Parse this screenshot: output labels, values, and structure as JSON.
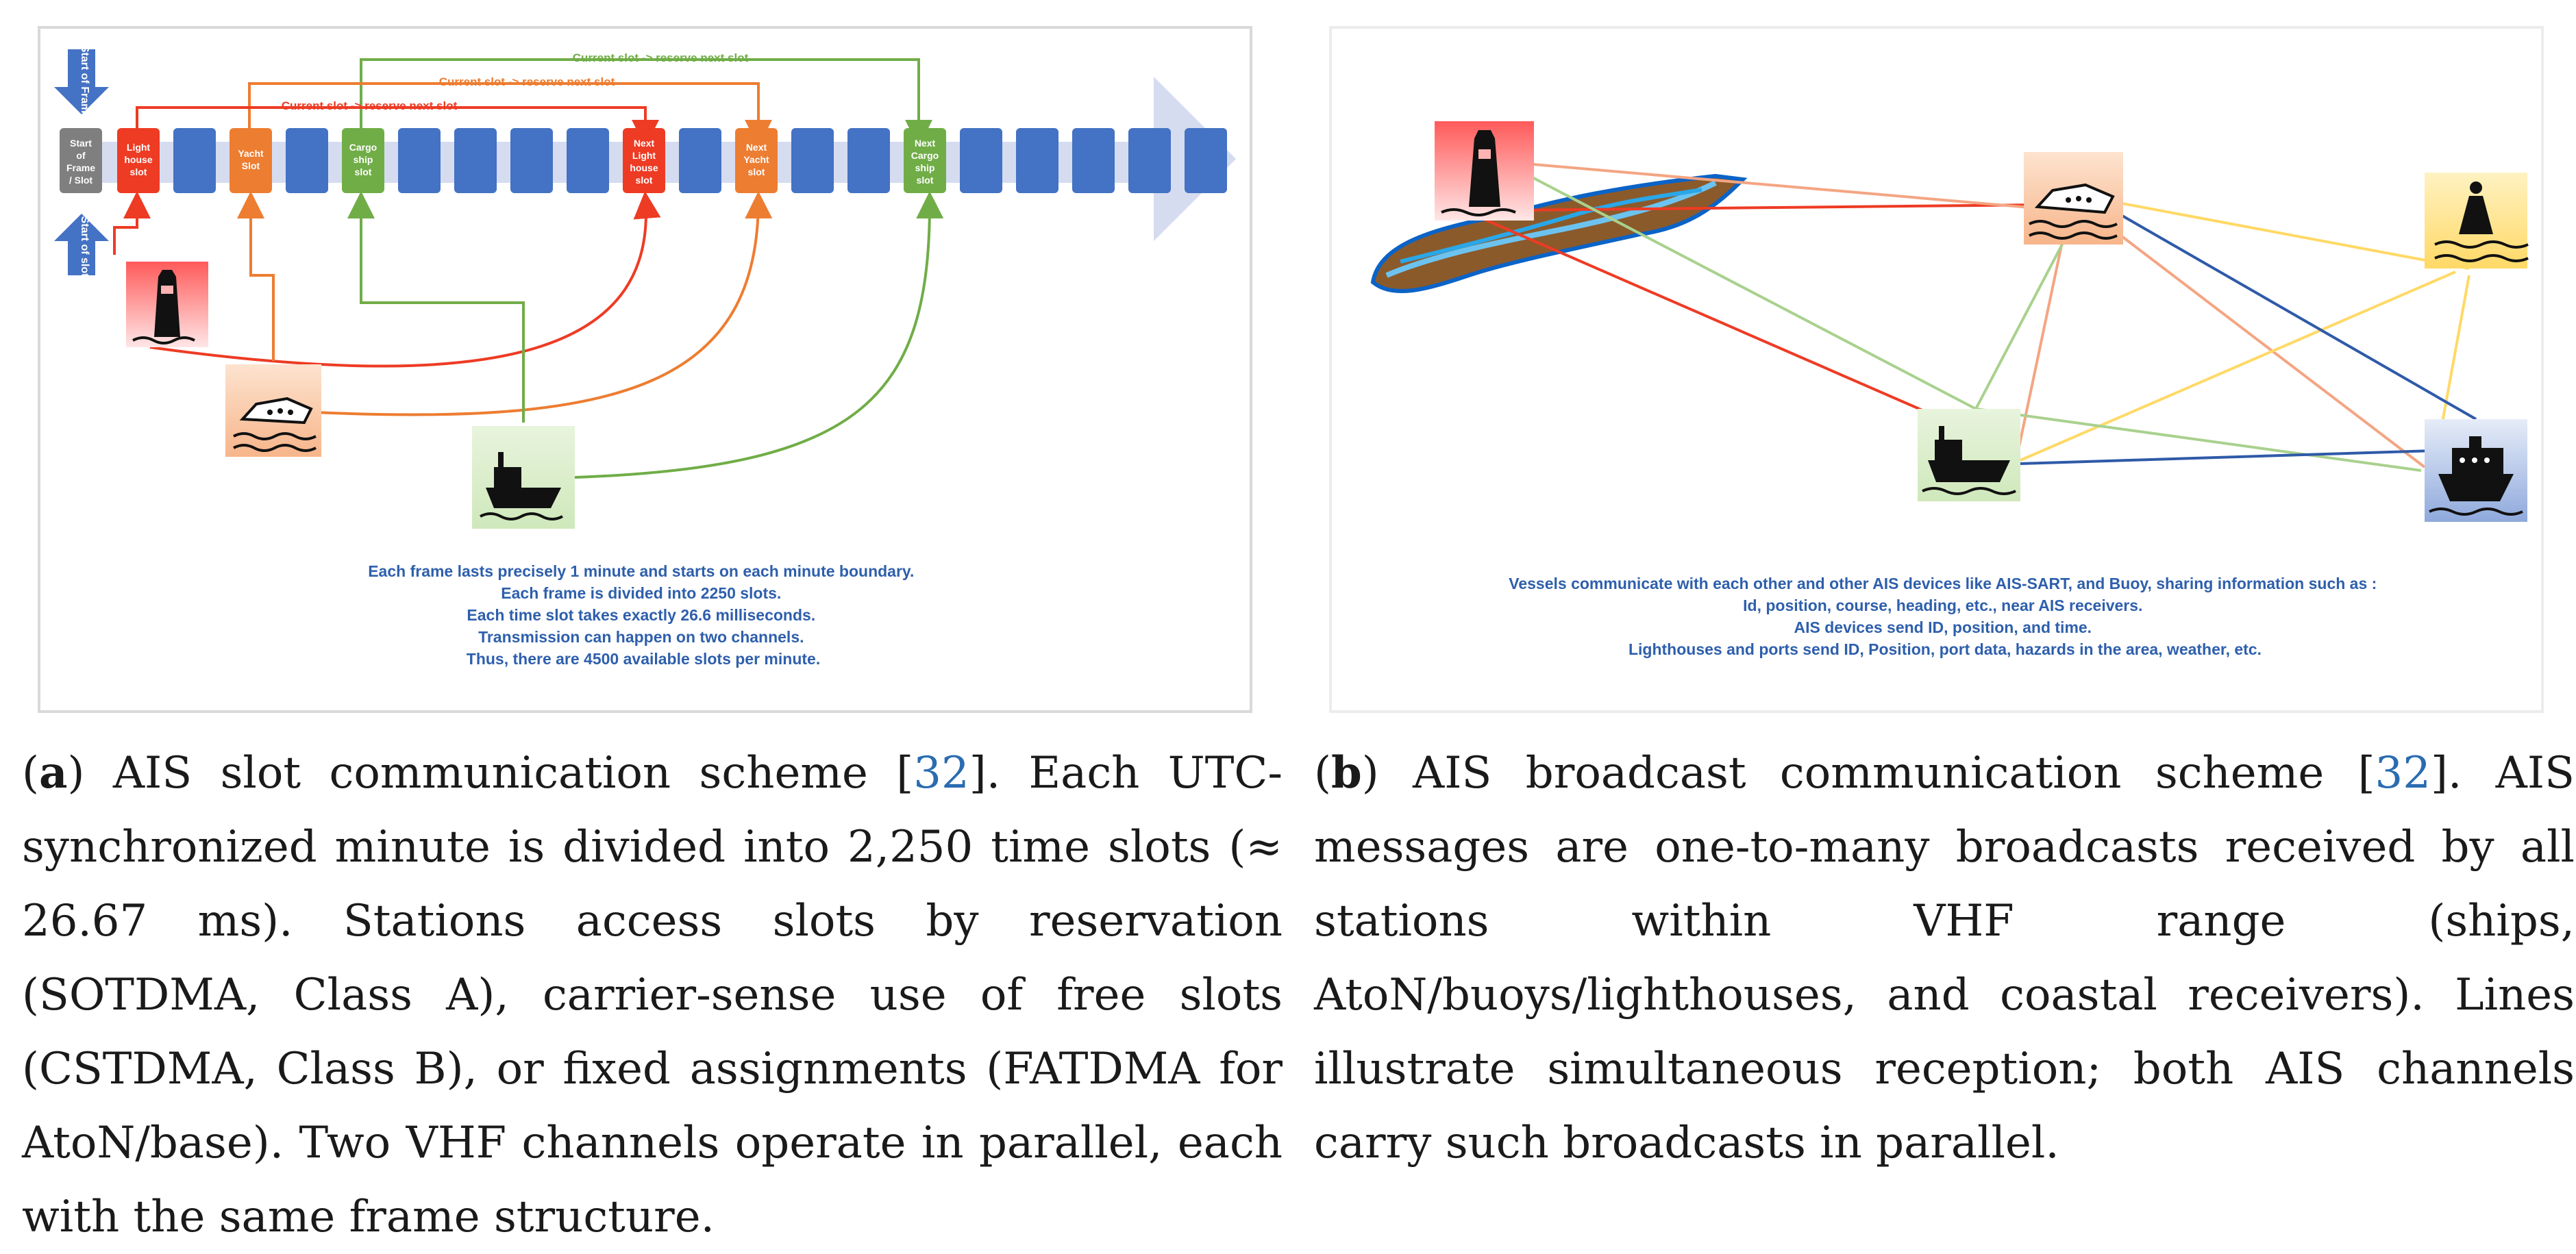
{
  "panel_a": {
    "start_of_frame": "Start of Frame",
    "start_of_slot": "Start of slot",
    "arrow_label_green": "Current slot -> reserve next slot",
    "arrow_label_orange": "Current slot -> reserve next slot",
    "arrow_label_red": "Current slot -> reserve next slot",
    "slot_start": "Start of Frame / Slot",
    "slot_lighthouse": "Light house slot",
    "slot_yacht": "Yacht Slot",
    "slot_cargo": "Cargo ship slot",
    "slot_next_lighthouse": "Next Light house slot",
    "slot_next_yacht": "Next Yacht slot",
    "slot_next_cargo": "Next Cargo ship slot",
    "info_lines": [
      "Each frame lasts precisely 1 minute and starts on each minute boundary.",
      "Each frame is divided into 2250 slots.",
      "Each time slot takes exactly  26.6 milliseconds.",
      "Transmission can happen on two channels.",
      "Thus, there are 4500 available slots per minute."
    ],
    "icons": [
      "lighthouse-icon",
      "yacht-icon",
      "cargo-ship-icon"
    ]
  },
  "panel_b": {
    "info_lines": [
      "Vessels communicate with each other and other AIS devices like AIS-SART, and Buoy, sharing information such as :",
      "Id, position, course, heading, etc., near AIS receivers.",
      "AIS devices send ID, position, and time.",
      "Lighthouses and ports send ID, Position, port data, hazards in the area, weather, etc."
    ],
    "icons": [
      "lighthouse-icon",
      "yacht-icon",
      "buoy-icon",
      "cargo-ship-icon",
      "cruise-ship-icon",
      "coastline-icon"
    ]
  },
  "colors": {
    "slot_blue": "#4472c4",
    "lighthouse_red": "#ee3b24",
    "yacht_orange": "#ed7d31",
    "cargo_green": "#70ad47",
    "start_gray": "#7f7f7f",
    "info_blue": "#2e5fac",
    "buoy_yellow": "#ffd966",
    "link_blue": "#2a6cb0"
  },
  "caption_a": {
    "label": "a",
    "title": ") AIS slot communication scheme [",
    "ref": "32",
    "body": "].  Each UTC-synchronized minute is divided into 2,250 time slots (≈ 26.67 ms). Stations access slots by reservation (SOTDMA, Class A), carrier-sense use of free slots (CSTDMA, Class B), or fixed assignments (FATDMA for AtoN/base).  Two VHF channels operate in parallel, each with the same frame structure."
  },
  "caption_b": {
    "label": "b",
    "title": ") AIS broadcast communication scheme [",
    "ref": "32",
    "body": "].  AIS messages are one-to-many broadcasts received by all stations within VHF range (ships, AtoN/buoys/lighthouses, and coastal receivers). Lines illustrate simultaneous reception; both AIS channels carry such broadcasts in parallel."
  }
}
